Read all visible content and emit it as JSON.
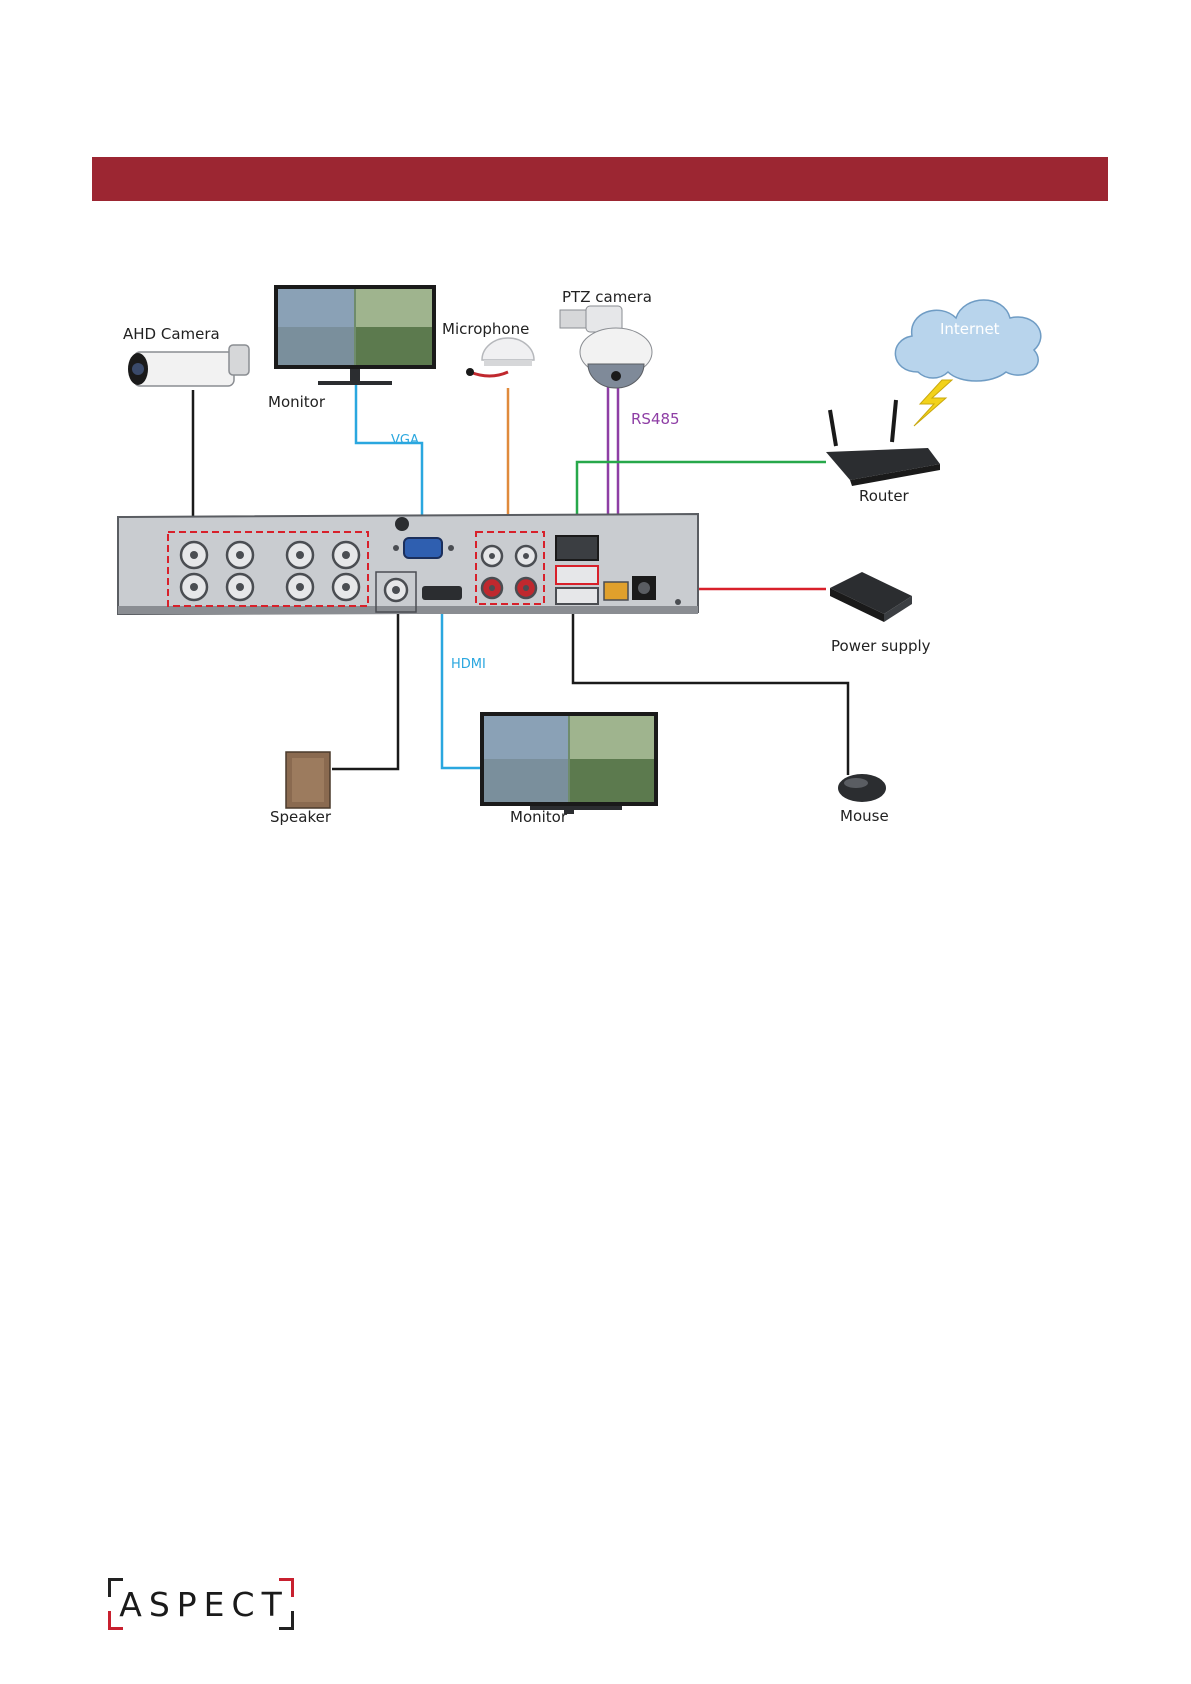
{
  "labels": {
    "ahd_camera": "AHD Camera",
    "monitor_top": "Monitor",
    "microphone": "Microphone",
    "ptz_camera": "PTZ camera",
    "internet": "Internet",
    "vga": "VGA",
    "rs485": "RS485",
    "router": "Router",
    "power_supply": "Power supply",
    "hdmi": "HDMI",
    "speaker": "Speaker",
    "monitor_bottom": "Monitor",
    "mouse": "Mouse"
  },
  "logo": {
    "text": "ASPECT"
  },
  "colors": {
    "header": "#9c2632",
    "vga": "#2aa7df",
    "hdmi": "#2aa7df",
    "microphone": "#e08a3c",
    "rs485": "#8e3ea5",
    "network": "#27a84a",
    "power": "#d8202a",
    "black": "#1a1a1a"
  }
}
